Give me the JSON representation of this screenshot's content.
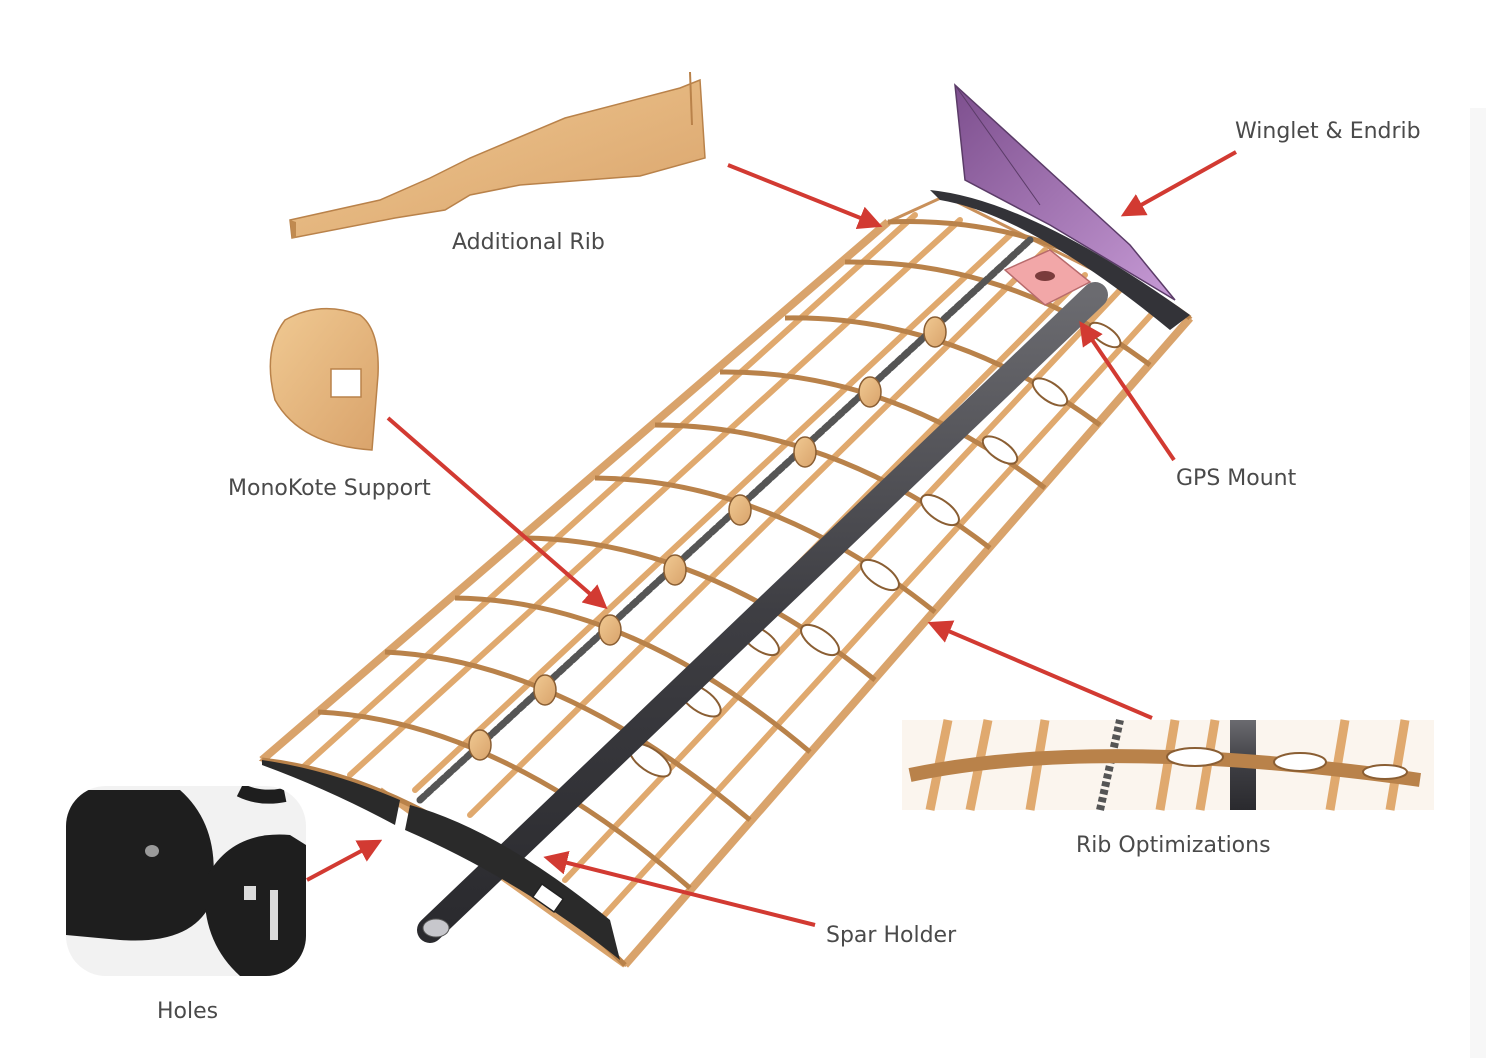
{
  "labels": {
    "additional_rib": "Additional Rib",
    "winglet_endrib": "Winglet & Endrib",
    "monokote_support": "MonoKote Support",
    "gps_mount": "GPS Mount",
    "rib_optimizations": "Rib Optimizations",
    "spar_holder": "Spar Holder",
    "holes": "Holes"
  },
  "colors": {
    "balsa": "#e8b87e",
    "balsa_dark": "#b9824a",
    "spar": "#4a4a4f",
    "winglet": "#a872b8",
    "gps_mount": "#f2a7a8",
    "arrow": "#d23a32",
    "black_part": "#2a2a2a"
  }
}
